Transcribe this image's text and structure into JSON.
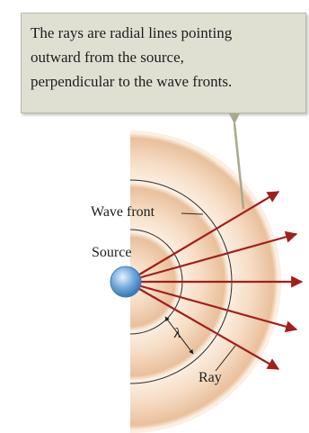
{
  "callout": {
    "lines": [
      "The rays are radial lines pointing",
      "outward from the source,",
      "perpendicular to the wave fronts."
    ]
  },
  "labels": {
    "wave_front": "Wave front",
    "source": "Source",
    "wavelength": "λ",
    "ray": "Ray"
  },
  "colors": {
    "band_light": "#fbf0e3",
    "band_dark": "#ecc9a9",
    "wave_front_line": "#2b2b2b",
    "ray": "#a21e1a",
    "callout_bg": "#dfe0d2",
    "source": "#5b9bd5",
    "pointer": "#a9a88c"
  }
}
